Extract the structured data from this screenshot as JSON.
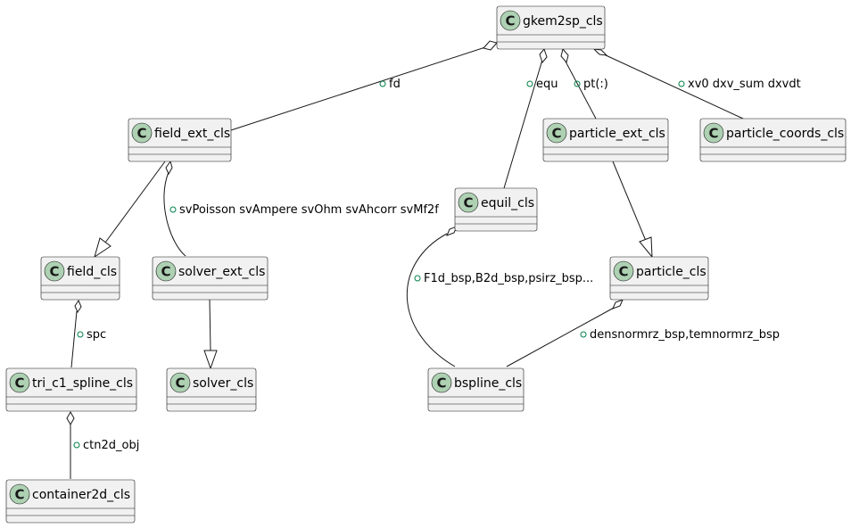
{
  "classes": {
    "gkem2sp": "gkem2sp_cls",
    "field_ext": "field_ext_cls",
    "equil": "equil_cls",
    "particle_ext": "particle_ext_cls",
    "particle_coords": "particle_coords_cls",
    "field": "field_cls",
    "solver_ext": "solver_ext_cls",
    "particle": "particle_cls",
    "tri_c1_spline": "tri_c1_spline_cls",
    "solver": "solver_cls",
    "bspline": "bspline_cls",
    "container2d": "container2d_cls"
  },
  "class_icon_letter": "C",
  "relations": {
    "fd": "fd",
    "equ": "equ",
    "pt": "pt(:)",
    "xv0": "xv0 dxv_sum dxvdt",
    "solvers": "svPoisson svAmpere svOhm svAhcorr svMf2f",
    "f1d": "F1d_bsp,B2d_bsp,psirz_bsp...",
    "densnorm": "densnormrz_bsp,temnormrz_bsp",
    "spc": "spc",
    "ctn2d": "ctn2d_obj"
  },
  "colors": {
    "class_fill": "#f1f1f1",
    "icon_fill": "#add1b2",
    "visibility_marker": "#038048",
    "line": "#181818"
  }
}
